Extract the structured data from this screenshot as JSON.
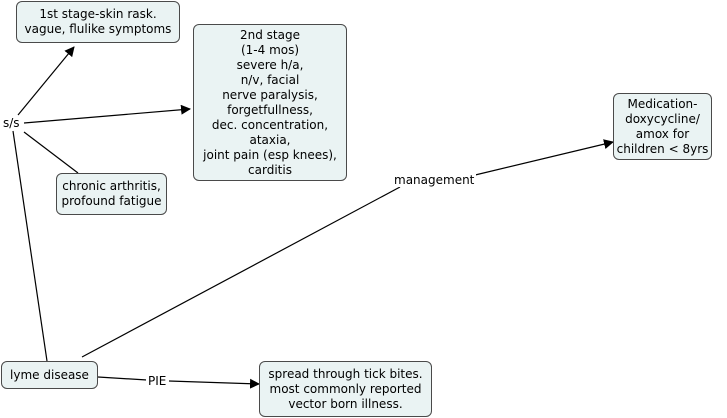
{
  "nodes": {
    "stage1": {
      "lines": [
        "1st stage-skin rask.",
        "vague, flulike symptoms"
      ]
    },
    "stage2": {
      "lines": [
        "2nd stage",
        "(1-4 mos)",
        "severe h/a,",
        "n/v, facial",
        "nerve paralysis,",
        "forgetfullness,",
        "dec. concentration,",
        "ataxia,",
        "joint pain (esp knees),",
        "carditis"
      ]
    },
    "chronic": {
      "lines": [
        "chronic arthritis,",
        "profound fatigue"
      ]
    },
    "medication": {
      "lines": [
        "Medication-",
        "doxycycline/",
        "amox for",
        "children < 8yrs"
      ]
    },
    "lyme": {
      "lines": [
        "lyme disease"
      ]
    },
    "spread": {
      "lines": [
        "spread through tick bites.",
        "most commonly reported",
        "vector born illness."
      ]
    }
  },
  "labels": {
    "ss": "s/s",
    "management": "management",
    "pie": "PIE"
  }
}
